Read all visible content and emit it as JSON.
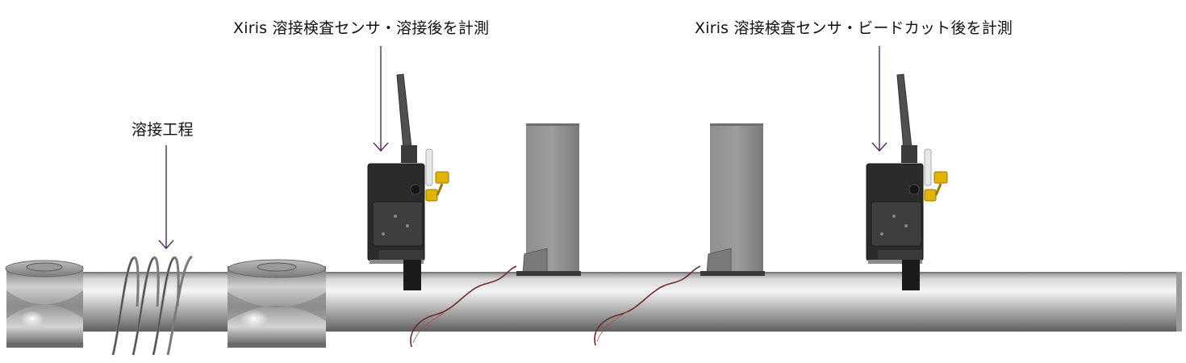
{
  "labels": {
    "welding_process": "溶接工程",
    "sensor_after_weld": "Xiris 溶接検査センサ・溶接後を計測",
    "sensor_after_bead_cut": "Xiris 溶接検査センサ・ビードカット後を計測"
  },
  "colors": {
    "arrow": "#4b2a63",
    "sensor_body": "#2b2b2b",
    "sensor_panel": "#5a5a5a",
    "pipe_light": "#eeeeee",
    "pipe_mid": "#b8b8b8",
    "pipe_dark": "#6e6e6e",
    "cutter": "#8a8a8a",
    "fitting": "#e0b400",
    "weld_seam": "#6e2b2b",
    "text": "#111111"
  },
  "icons": {
    "roller_left": "forming-roller",
    "roller_mid": "forming-roller",
    "coil": "steel-strip-coil",
    "sensor_1": "weld-inspection-sensor",
    "sensor_2": "weld-inspection-sensor",
    "cutter_1": "bead-cutter-blade",
    "cutter_2": "bead-cutter-blade"
  }
}
